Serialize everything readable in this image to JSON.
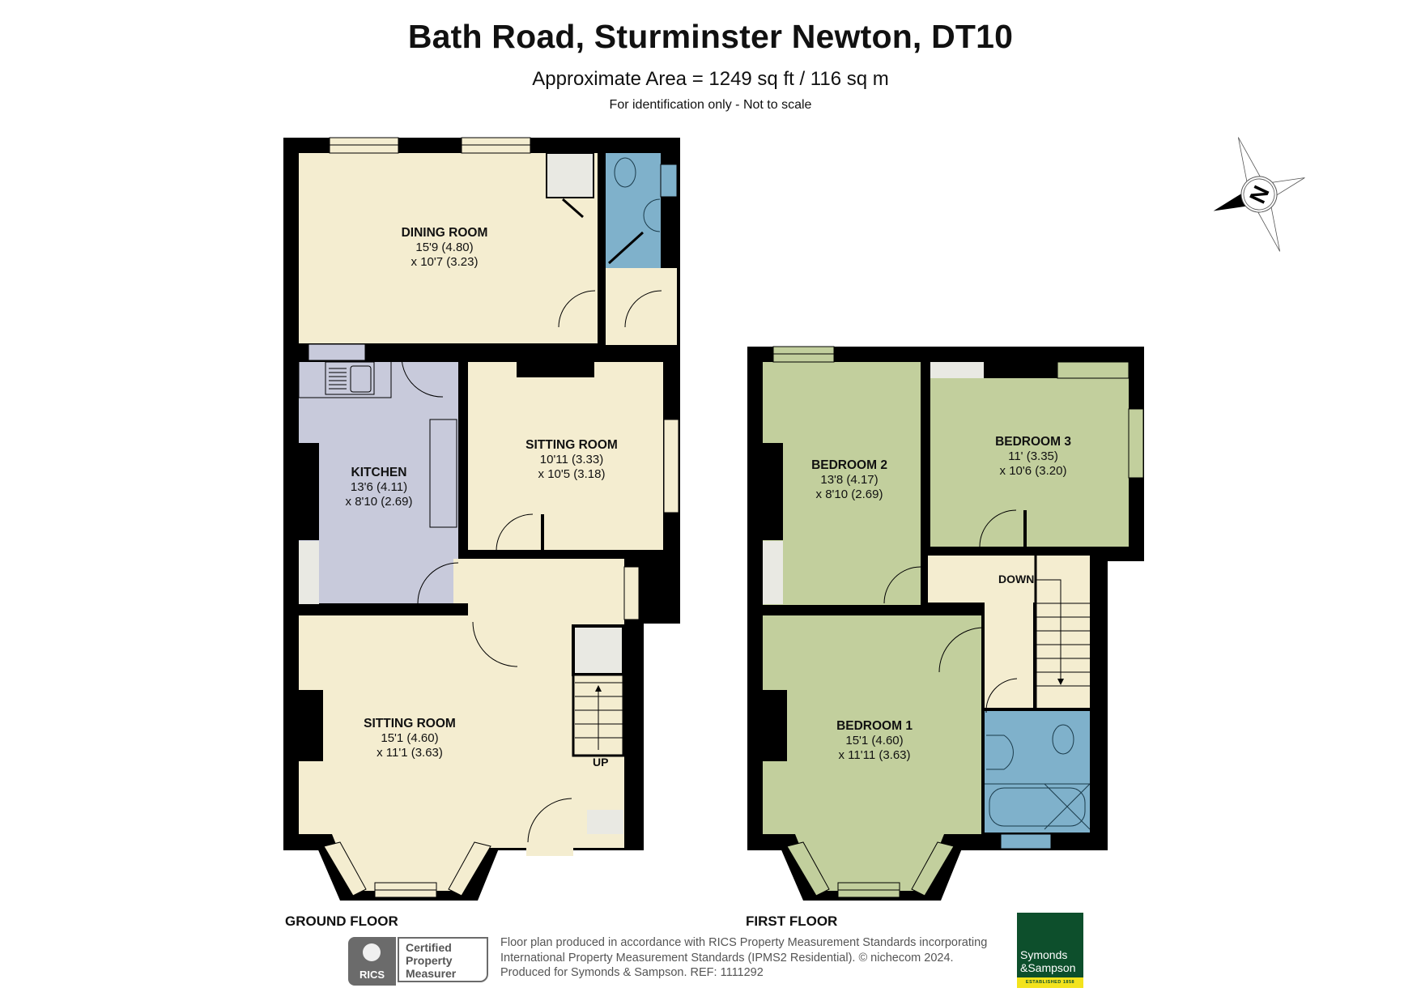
{
  "header": {
    "title": "Bath Road, Sturminster Newton, DT10",
    "area": "Approximate Area = 1249 sq ft / 116 sq m",
    "note": "For identification only - Not to scale"
  },
  "colors": {
    "wall": "#000000",
    "living": "#f4edd0",
    "kitchen": "#c8cadb",
    "bedroom": "#c2cf9d",
    "wet_room": "#7fb1cb",
    "storage": "#e9e9e3"
  },
  "compass": {
    "label": "N",
    "icon": "north-arrow-icon"
  },
  "ground_floor": {
    "label": "GROUND FLOOR",
    "rooms": [
      {
        "name": "DINING ROOM",
        "dim1": "15'9 (4.80)",
        "dim2": "x 10'7 (3.23)"
      },
      {
        "name": "KITCHEN",
        "dim1": "13'6 (4.11)",
        "dim2": "x 8'10 (2.69)"
      },
      {
        "name": "SITTING ROOM",
        "dim1": "10'11 (3.33)",
        "dim2": "x 10'5 (3.18)"
      },
      {
        "name": "SITTING ROOM",
        "dim1": "15'1 (4.60)",
        "dim2": "x 11'1 (3.63)"
      }
    ],
    "stairs_label": "UP"
  },
  "first_floor": {
    "label": "FIRST FLOOR",
    "rooms": [
      {
        "name": "BEDROOM 2",
        "dim1": "13'8 (4.17)",
        "dim2": "x 8'10 (2.69)"
      },
      {
        "name": "BEDROOM 3",
        "dim1": "11' (3.35)",
        "dim2": "x 10'6 (3.20)"
      },
      {
        "name": "BEDROOM 1",
        "dim1": "15'1 (4.60)",
        "dim2": "x 11'11 (3.63)"
      }
    ],
    "stairs_label": "DOWN"
  },
  "footer": {
    "rics_badge": {
      "short": "RICS",
      "line1": "Certified",
      "line2": "Property",
      "line3": "Measurer"
    },
    "text_line1": "Floor plan produced in accordance with RICS Property Measurement Standards incorporating",
    "text_line2": "International Property Measurement Standards (IPMS2 Residential).   © nichecom 2024.",
    "text_line3": "Produced for Symonds & Sampson.   REF: 1111292",
    "brand": {
      "line1": "Symonds",
      "line2": "&Sampson",
      "tagline": "ESTABLISHED 1858"
    }
  }
}
